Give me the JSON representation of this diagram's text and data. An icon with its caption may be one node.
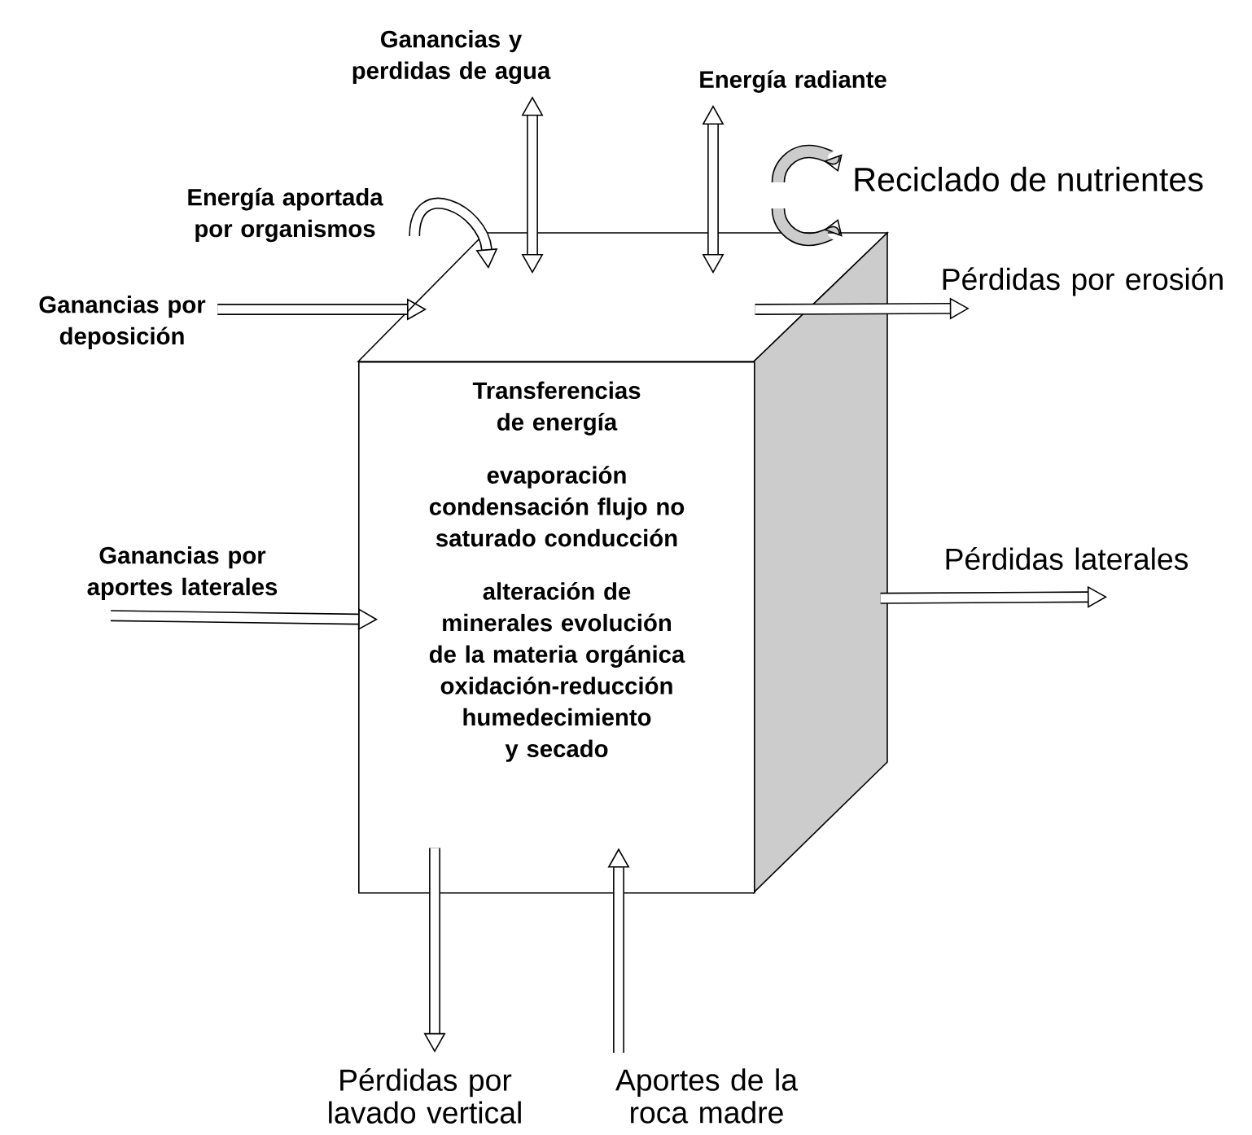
{
  "diagram": {
    "nodes": [
      {
        "text": [
          "Transferencias de energía",
          "evaporación condensación flujo no saturado conducción",
          "alteración de minerales evolución de la materia orgánica oxidación-reducción humedecimiento y secado"
        ]
      },
      {
        "text": [
          "Ganancias y perdidas de agua"
        ]
      },
      {
        "text": [
          "Energía radiante"
        ]
      },
      {
        "text": [
          "Energía aportada por organismos"
        ]
      },
      {
        "text": [
          "Ganancias por deposición"
        ]
      },
      {
        "text": [
          "Pérdidas por erosión"
        ]
      },
      {
        "text": [
          "Ganancias por aportes laterales"
        ]
      },
      {
        "text": [
          "Pérdidas laterales"
        ]
      },
      {
        "text": [
          "Pérdidas por lavado vertical"
        ]
      },
      {
        "text": [
          "Aportes de la roca madre"
        ]
      }
    ],
    "edges": [
      {
        "from": 1,
        "to": 0,
        "arrow": "both"
      },
      {
        "from": 2,
        "to": 0,
        "arrow": "both"
      },
      {
        "from": 3,
        "to": 0,
        "arrow": "to"
      },
      {
        "from": 4,
        "to": 0,
        "arrow": "to"
      },
      {
        "from": 0,
        "to": 5,
        "arrow": "to"
      },
      {
        "from": 6,
        "to": 0,
        "arrow": "to"
      },
      {
        "from": 0,
        "to": 7,
        "arrow": "to"
      },
      {
        "from": 0,
        "to": 8,
        "arrow": "to"
      },
      {
        "from": 9,
        "to": 0,
        "arrow": "to"
      }
    ],
    "labels": [
      "Reciclado de nutrientes"
    ]
  }
}
